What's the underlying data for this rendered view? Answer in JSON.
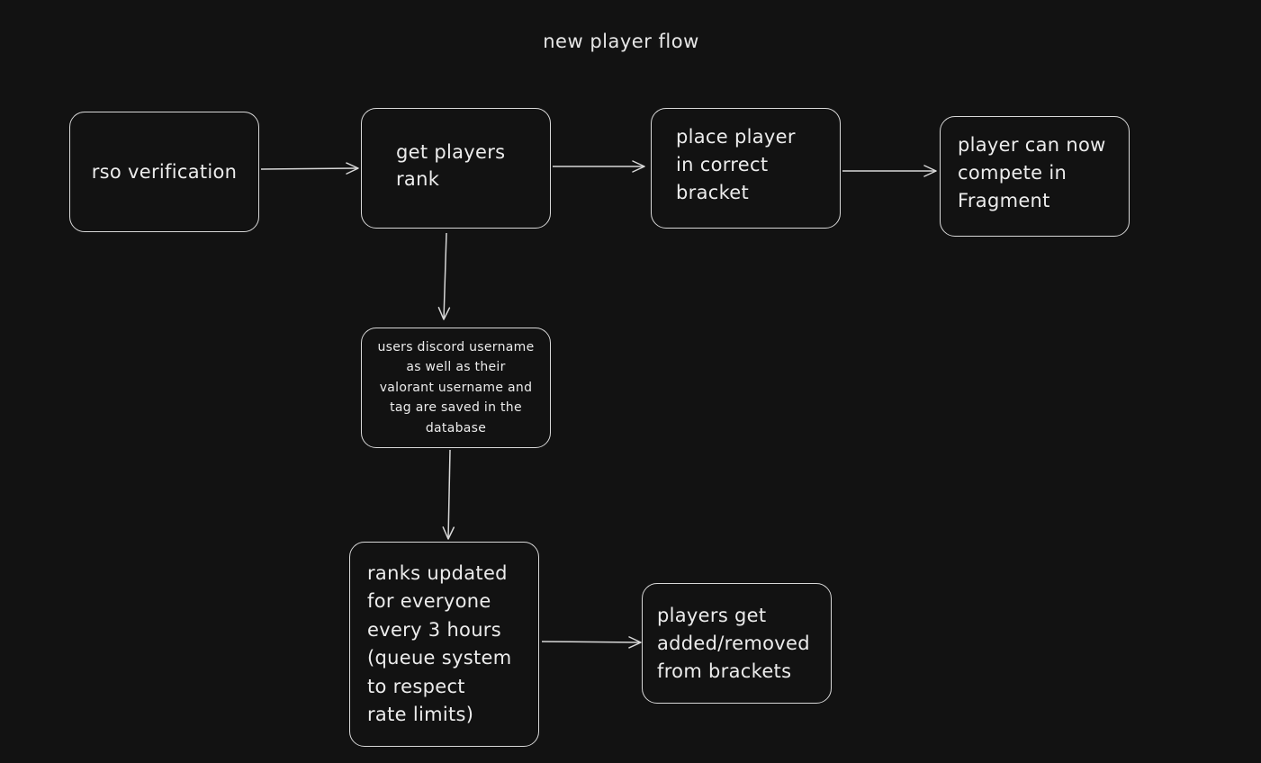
{
  "diagram": {
    "title": "new player flow",
    "nodes": {
      "rso_verification": "rso verification",
      "get_players_rank": "get players\nrank",
      "place_player": "place player\nin correct\nbracket",
      "compete": "player can now\ncompete in\nFragment",
      "database": "users discord username\nas well as their\nvalorant username and\ntag are saved in the\ndatabase",
      "ranks_updated": "ranks updated\nfor everyone\nevery 3 hours\n(queue system\nto respect\nrate limits)",
      "players_added": "players get\nadded/removed\nfrom brackets"
    },
    "edges": [
      {
        "from": "rso_verification",
        "to": "get_players_rank"
      },
      {
        "from": "get_players_rank",
        "to": "place_player"
      },
      {
        "from": "place_player",
        "to": "compete"
      },
      {
        "from": "get_players_rank",
        "to": "database"
      },
      {
        "from": "database",
        "to": "ranks_updated"
      },
      {
        "from": "ranks_updated",
        "to": "players_added"
      }
    ],
    "colors": {
      "background": "#121212",
      "stroke": "#d8d8d8",
      "text": "#ececec"
    }
  }
}
